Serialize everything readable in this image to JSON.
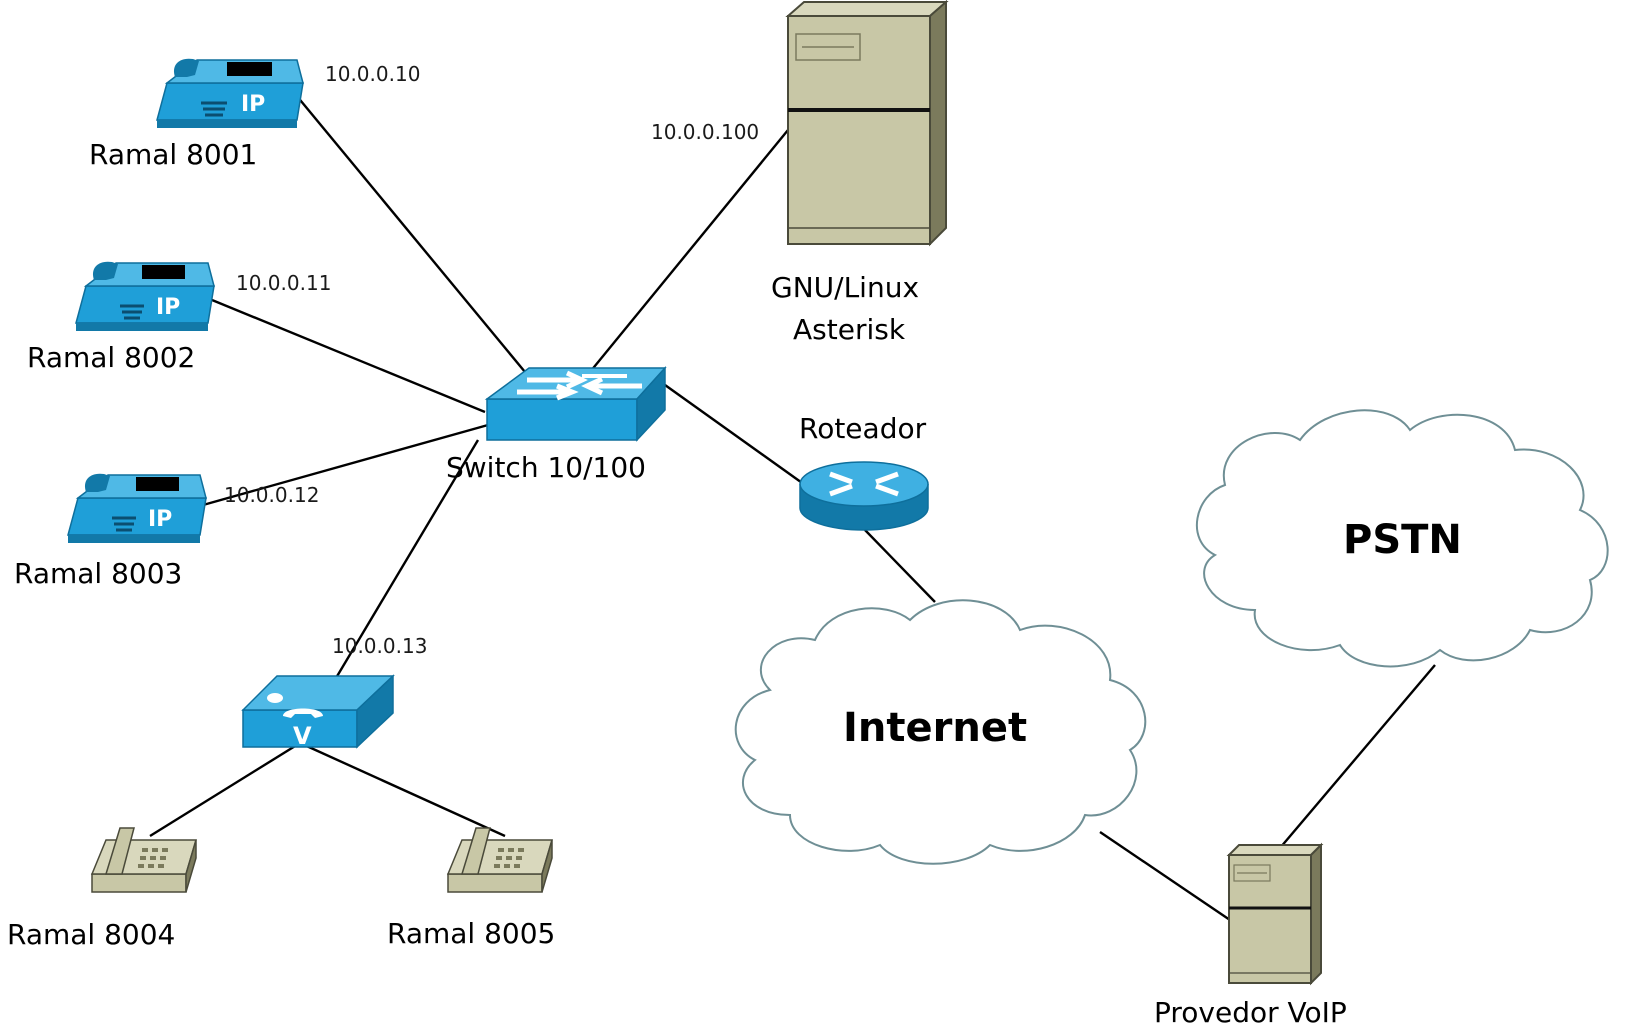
{
  "nodes": {
    "ramal_8001": {
      "label": "Ramal 8001",
      "ip": "10.0.0.10"
    },
    "ramal_8002": {
      "label": "Ramal 8002",
      "ip": "10.0.0.11"
    },
    "ramal_8003": {
      "label": "Ramal 8003",
      "ip": "10.0.0.12"
    },
    "ata": {
      "ip": "10.0.0.13"
    },
    "ramal_8004": {
      "label": "Ramal 8004"
    },
    "ramal_8005": {
      "label": "Ramal 8005"
    },
    "switch": {
      "label": "Switch 10/100"
    },
    "server": {
      "label_line1": "GNU/Linux",
      "label_line2": "Asterisk",
      "ip": "10.0.0.100"
    },
    "router": {
      "label": "Roteador"
    },
    "internet": {
      "label": "Internet"
    },
    "pstn": {
      "label": "PSTN"
    },
    "provider": {
      "label": "Provedor VoIP"
    }
  },
  "colors": {
    "cisco_blue": "#1f9fd8",
    "cisco_blue_dark": "#1279a8",
    "server_beige": "#c8c7a6",
    "server_dark": "#7b7a5c",
    "cloud_stroke": "#6f8f95"
  }
}
